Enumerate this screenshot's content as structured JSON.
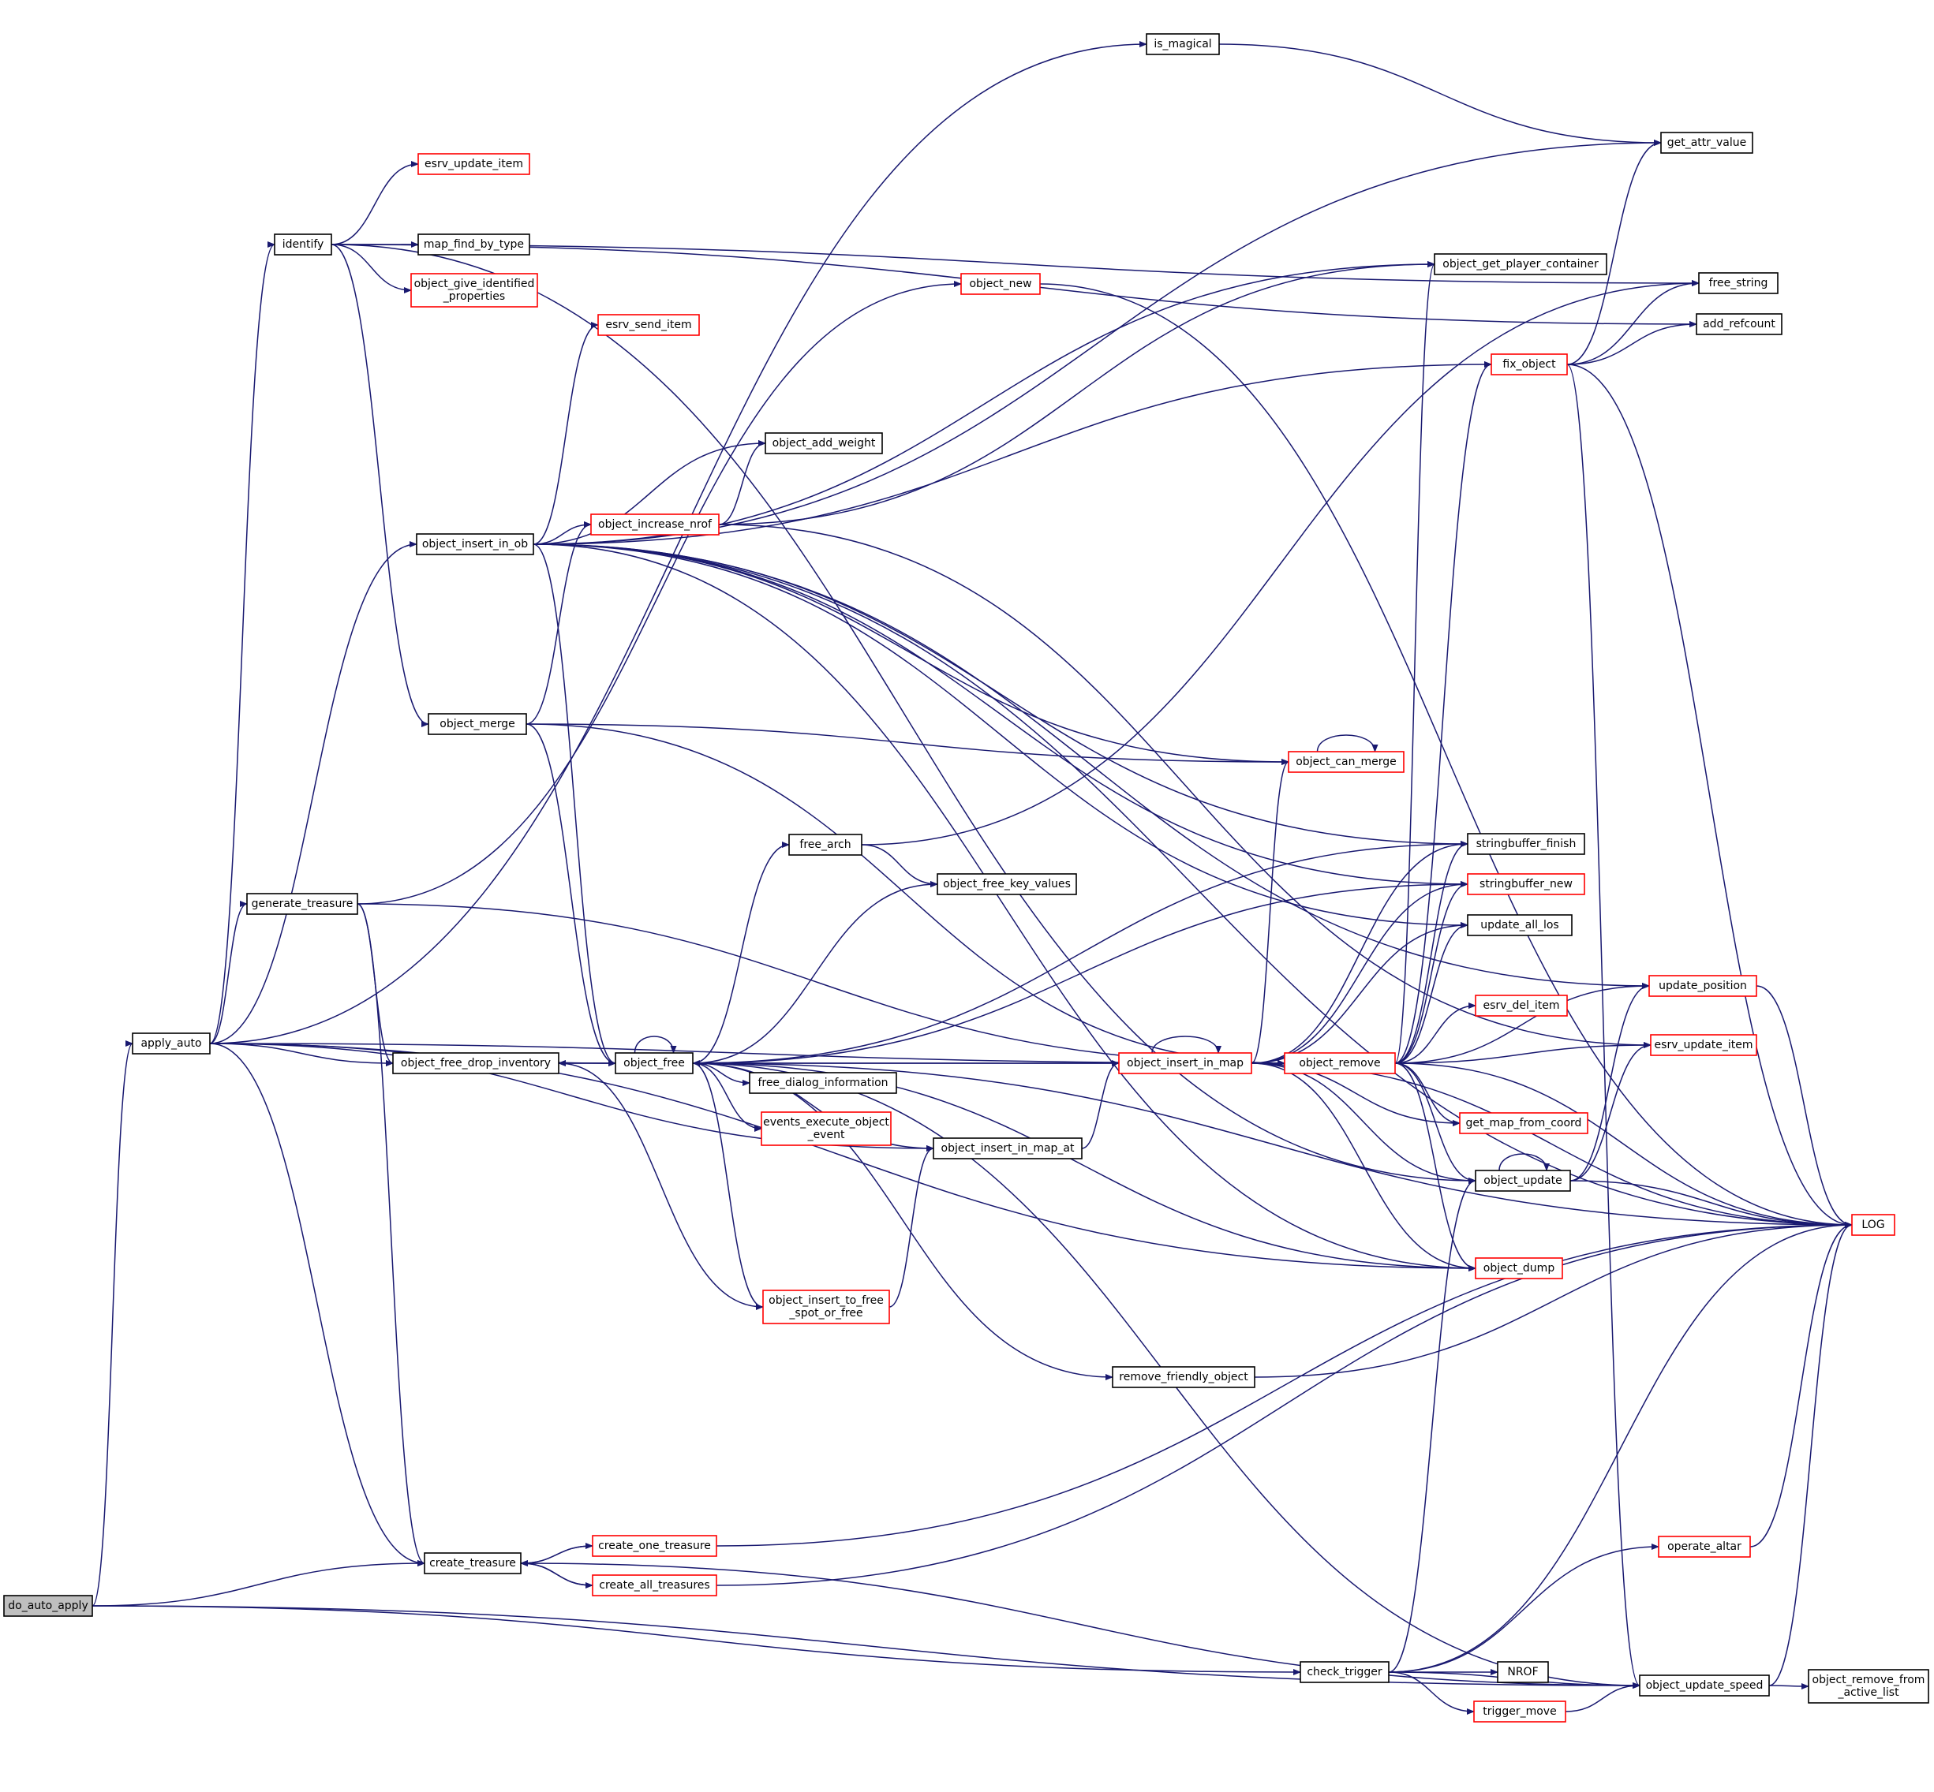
{
  "diagram": {
    "type": "call-graph",
    "colors": {
      "edge": "#191970",
      "border": "#000000",
      "redBorder": "#ff0000",
      "rootFill": "#bfbfbf",
      "background": "#ffffff"
    },
    "nodes": [
      {
        "id": "do_auto_apply",
        "label": [
          "do_auto_apply"
        ],
        "style": "root"
      },
      {
        "id": "apply_auto",
        "label": [
          "apply_auto"
        ],
        "style": "normal"
      },
      {
        "id": "create_treasure",
        "label": [
          "create_treasure"
        ],
        "style": "normal"
      },
      {
        "id": "check_trigger",
        "label": [
          "check_trigger"
        ],
        "style": "normal"
      },
      {
        "id": "object_update_speed",
        "label": [
          "object_update_speed"
        ],
        "style": "normal"
      },
      {
        "id": "identify",
        "label": [
          "identify"
        ],
        "style": "normal"
      },
      {
        "id": "generate_treasure",
        "label": [
          "generate_treasure"
        ],
        "style": "normal"
      },
      {
        "id": "object_insert_in_ob",
        "label": [
          "object_insert_in_ob"
        ],
        "style": "normal"
      },
      {
        "id": "object_merge",
        "label": [
          "object_merge"
        ],
        "style": "normal"
      },
      {
        "id": "object_free_drop_inventory",
        "label": [
          "object_free_drop_inventory"
        ],
        "style": "normal"
      },
      {
        "id": "object_free",
        "label": [
          "object_free"
        ],
        "style": "normal"
      },
      {
        "id": "is_magical",
        "label": [
          "is_magical"
        ],
        "style": "normal"
      },
      {
        "id": "esrv_update_item_1",
        "label": [
          "esrv_update_item"
        ],
        "style": "red"
      },
      {
        "id": "map_find_by_type",
        "label": [
          "map_find_by_type"
        ],
        "style": "normal"
      },
      {
        "id": "object_give_identified_properties",
        "label": [
          "object_give_identified",
          "_properties"
        ],
        "style": "red"
      },
      {
        "id": "object_new",
        "label": [
          "object_new"
        ],
        "style": "red"
      },
      {
        "id": "esrv_send_item",
        "label": [
          "esrv_send_item"
        ],
        "style": "red"
      },
      {
        "id": "object_add_weight",
        "label": [
          "object_add_weight"
        ],
        "style": "normal"
      },
      {
        "id": "object_increase_nrof",
        "label": [
          "object_increase_nrof"
        ],
        "style": "red"
      },
      {
        "id": "free_arch",
        "label": [
          "free_arch"
        ],
        "style": "normal"
      },
      {
        "id": "object_free_key_values",
        "label": [
          "object_free_key_values"
        ],
        "style": "normal"
      },
      {
        "id": "free_dialog_information",
        "label": [
          "free_dialog_information"
        ],
        "style": "normal"
      },
      {
        "id": "events_execute_object_event",
        "label": [
          "events_execute_object",
          "_event"
        ],
        "style": "red"
      },
      {
        "id": "object_insert_in_map_at",
        "label": [
          "object_insert_in_map_at"
        ],
        "style": "normal"
      },
      {
        "id": "object_insert_to_free_spot_or_free",
        "label": [
          "object_insert_to_free",
          "_spot_or_free"
        ],
        "style": "red"
      },
      {
        "id": "remove_friendly_object",
        "label": [
          "remove_friendly_object"
        ],
        "style": "normal"
      },
      {
        "id": "create_one_treasure",
        "label": [
          "create_one_treasure"
        ],
        "style": "red"
      },
      {
        "id": "create_all_treasures",
        "label": [
          "create_all_treasures"
        ],
        "style": "red"
      },
      {
        "id": "object_insert_in_map",
        "label": [
          "object_insert_in_map"
        ],
        "style": "red"
      },
      {
        "id": "object_remove",
        "label": [
          "object_remove"
        ],
        "style": "red"
      },
      {
        "id": "object_can_merge",
        "label": [
          "object_can_merge"
        ],
        "style": "red"
      },
      {
        "id": "get_attr_value",
        "label": [
          "get_attr_value"
        ],
        "style": "normal"
      },
      {
        "id": "object_get_player_container",
        "label": [
          "object_get_player_container"
        ],
        "style": "normal"
      },
      {
        "id": "free_string",
        "label": [
          "free_string"
        ],
        "style": "normal"
      },
      {
        "id": "add_refcount",
        "label": [
          "add_refcount"
        ],
        "style": "normal"
      },
      {
        "id": "fix_object",
        "label": [
          "fix_object"
        ],
        "style": "red"
      },
      {
        "id": "stringbuffer_finish",
        "label": [
          "stringbuffer_finish"
        ],
        "style": "normal"
      },
      {
        "id": "stringbuffer_new",
        "label": [
          "stringbuffer_new"
        ],
        "style": "red"
      },
      {
        "id": "update_all_los",
        "label": [
          "update_all_los"
        ],
        "style": "normal"
      },
      {
        "id": "update_position",
        "label": [
          "update_position"
        ],
        "style": "red"
      },
      {
        "id": "esrv_del_item",
        "label": [
          "esrv_del_item"
        ],
        "style": "red"
      },
      {
        "id": "esrv_update_item_2",
        "label": [
          "esrv_update_item"
        ],
        "style": "red"
      },
      {
        "id": "get_map_from_coord",
        "label": [
          "get_map_from_coord"
        ],
        "style": "red"
      },
      {
        "id": "object_update",
        "label": [
          "object_update"
        ],
        "style": "normal"
      },
      {
        "id": "object_dump",
        "label": [
          "object_dump"
        ],
        "style": "red"
      },
      {
        "id": "LOG",
        "label": [
          "LOG"
        ],
        "style": "red"
      },
      {
        "id": "operate_altar",
        "label": [
          "operate_altar"
        ],
        "style": "red"
      },
      {
        "id": "NROF",
        "label": [
          "NROF"
        ],
        "style": "normal"
      },
      {
        "id": "trigger_move",
        "label": [
          "trigger_move"
        ],
        "style": "red"
      },
      {
        "id": "object_remove_from_active_list",
        "label": [
          "object_remove_from",
          "_active_list"
        ],
        "style": "normal"
      }
    ],
    "edges": [
      [
        "do_auto_apply",
        "apply_auto"
      ],
      [
        "do_auto_apply",
        "create_treasure"
      ],
      [
        "do_auto_apply",
        "check_trigger"
      ],
      [
        "do_auto_apply",
        "object_update_speed"
      ],
      [
        "apply_auto",
        "is_magical"
      ],
      [
        "apply_auto",
        "identify"
      ],
      [
        "apply_auto",
        "generate_treasure"
      ],
      [
        "apply_auto",
        "object_insert_in_ob"
      ],
      [
        "apply_auto",
        "object_free_drop_inventory"
      ],
      [
        "apply_auto",
        "object_free"
      ],
      [
        "apply_auto",
        "create_treasure"
      ],
      [
        "apply_auto",
        "object_insert_in_map_at"
      ],
      [
        "apply_auto",
        "object_remove"
      ],
      [
        "apply_auto",
        "object_dump"
      ],
      [
        "identify",
        "esrv_update_item_1"
      ],
      [
        "identify",
        "map_find_by_type"
      ],
      [
        "identify",
        "object_give_identified_properties"
      ],
      [
        "identify",
        "object_merge"
      ],
      [
        "identify",
        "free_string"
      ],
      [
        "identify",
        "add_refcount"
      ],
      [
        "identify",
        "object_update"
      ],
      [
        "generate_treasure",
        "object_new"
      ],
      [
        "generate_treasure",
        "object_free_drop_inventory"
      ],
      [
        "generate_treasure",
        "create_treasure"
      ],
      [
        "generate_treasure",
        "object_remove"
      ],
      [
        "object_insert_in_ob",
        "esrv_send_item"
      ],
      [
        "object_insert_in_ob",
        "object_add_weight"
      ],
      [
        "object_insert_in_ob",
        "object_increase_nrof"
      ],
      [
        "object_insert_in_ob",
        "object_get_player_container"
      ],
      [
        "object_insert_in_ob",
        "fix_object"
      ],
      [
        "object_insert_in_ob",
        "object_can_merge"
      ],
      [
        "object_insert_in_ob",
        "LOG"
      ],
      [
        "object_insert_in_ob",
        "get_attr_value"
      ],
      [
        "object_insert_in_ob",
        "stringbuffer_finish"
      ],
      [
        "object_insert_in_ob",
        "stringbuffer_new"
      ],
      [
        "object_insert_in_ob",
        "update_all_los"
      ],
      [
        "object_insert_in_ob",
        "update_position"
      ],
      [
        "object_insert_in_ob",
        "object_free"
      ],
      [
        "object_insert_in_ob",
        "object_dump"
      ],
      [
        "object_increase_nrof",
        "object_add_weight"
      ],
      [
        "object_increase_nrof",
        "object_get_player_container"
      ],
      [
        "object_increase_nrof",
        "esrv_update_item_2"
      ],
      [
        "object_merge",
        "object_increase_nrof"
      ],
      [
        "object_merge",
        "object_can_merge"
      ],
      [
        "object_merge",
        "object_remove"
      ],
      [
        "object_merge",
        "object_free"
      ],
      [
        "object_free_drop_inventory",
        "object_free"
      ],
      [
        "object_free",
        "object_free"
      ],
      [
        "object_free",
        "object_free_drop_inventory"
      ],
      [
        "object_free",
        "free_arch"
      ],
      [
        "object_free",
        "object_free_key_values"
      ],
      [
        "object_free",
        "free_dialog_information"
      ],
      [
        "object_free",
        "events_execute_object_event"
      ],
      [
        "object_free",
        "object_insert_in_map_at"
      ],
      [
        "object_free",
        "object_insert_to_free_spot_or_free"
      ],
      [
        "object_free",
        "remove_friendly_object"
      ],
      [
        "object_free",
        "object_remove"
      ],
      [
        "object_free",
        "stringbuffer_finish"
      ],
      [
        "object_free",
        "stringbuffer_new"
      ],
      [
        "object_free",
        "object_dump"
      ],
      [
        "object_free",
        "LOG"
      ],
      [
        "object_free",
        "object_update_speed"
      ],
      [
        "free_arch",
        "object_free_key_values"
      ],
      [
        "free_arch",
        "free_string"
      ],
      [
        "object_insert_to_free_spot_or_free",
        "object_insert_in_map_at"
      ],
      [
        "object_insert_to_free_spot_or_free",
        "object_free_drop_inventory"
      ],
      [
        "object_insert_in_map_at",
        "object_insert_in_map"
      ],
      [
        "object_insert_in_map",
        "object_free"
      ],
      [
        "object_insert_in_map",
        "object_insert_in_map"
      ],
      [
        "object_insert_in_map",
        "object_remove"
      ],
      [
        "object_insert_in_map",
        "object_can_merge"
      ],
      [
        "object_insert_in_map",
        "stringbuffer_finish"
      ],
      [
        "object_insert_in_map",
        "stringbuffer_new"
      ],
      [
        "object_insert_in_map",
        "get_map_from_coord"
      ],
      [
        "object_insert_in_map",
        "object_update"
      ],
      [
        "object_insert_in_map",
        "object_dump"
      ],
      [
        "object_insert_in_map",
        "LOG"
      ],
      [
        "object_insert_in_map",
        "update_all_los"
      ],
      [
        "object_remove",
        "object_get_player_container"
      ],
      [
        "object_remove",
        "fix_object"
      ],
      [
        "object_remove",
        "stringbuffer_finish"
      ],
      [
        "object_remove",
        "stringbuffer_new"
      ],
      [
        "object_remove",
        "update_all_los"
      ],
      [
        "object_remove",
        "update_position"
      ],
      [
        "object_remove",
        "esrv_del_item"
      ],
      [
        "object_remove",
        "esrv_update_item_2"
      ],
      [
        "object_remove",
        "get_map_from_coord"
      ],
      [
        "object_remove",
        "object_update"
      ],
      [
        "object_remove",
        "object_dump"
      ],
      [
        "object_remove",
        "LOG"
      ],
      [
        "object_can_merge",
        "object_can_merge"
      ],
      [
        "object_new",
        "LOG"
      ],
      [
        "is_magical",
        "get_attr_value"
      ],
      [
        "fix_object",
        "get_attr_value"
      ],
      [
        "fix_object",
        "free_string"
      ],
      [
        "fix_object",
        "add_refcount"
      ],
      [
        "fix_object",
        "LOG"
      ],
      [
        "fix_object",
        "object_update_speed"
      ],
      [
        "object_update",
        "object_update"
      ],
      [
        "object_update",
        "update_position"
      ],
      [
        "object_update",
        "esrv_update_item_2"
      ],
      [
        "object_update",
        "LOG"
      ],
      [
        "update_position",
        "LOG"
      ],
      [
        "remove_friendly_object",
        "LOG"
      ],
      [
        "create_treasure",
        "create_one_treasure"
      ],
      [
        "create_treasure",
        "create_all_treasures"
      ],
      [
        "create_treasure",
        "object_update_speed"
      ],
      [
        "create_one_treasure",
        "create_treasure"
      ],
      [
        "create_one_treasure",
        "LOG"
      ],
      [
        "create_all_treasures",
        "create_treasure"
      ],
      [
        "create_all_treasures",
        "LOG"
      ],
      [
        "check_trigger",
        "operate_altar"
      ],
      [
        "check_trigger",
        "NROF"
      ],
      [
        "check_trigger",
        "trigger_move"
      ],
      [
        "check_trigger",
        "object_update_speed"
      ],
      [
        "check_trigger",
        "object_update"
      ],
      [
        "check_trigger",
        "LOG"
      ],
      [
        "operate_altar",
        "LOG"
      ],
      [
        "trigger_move",
        "object_update_speed"
      ],
      [
        "object_update_speed",
        "object_remove_from_active_list"
      ],
      [
        "object_update_speed",
        "LOG"
      ]
    ]
  }
}
